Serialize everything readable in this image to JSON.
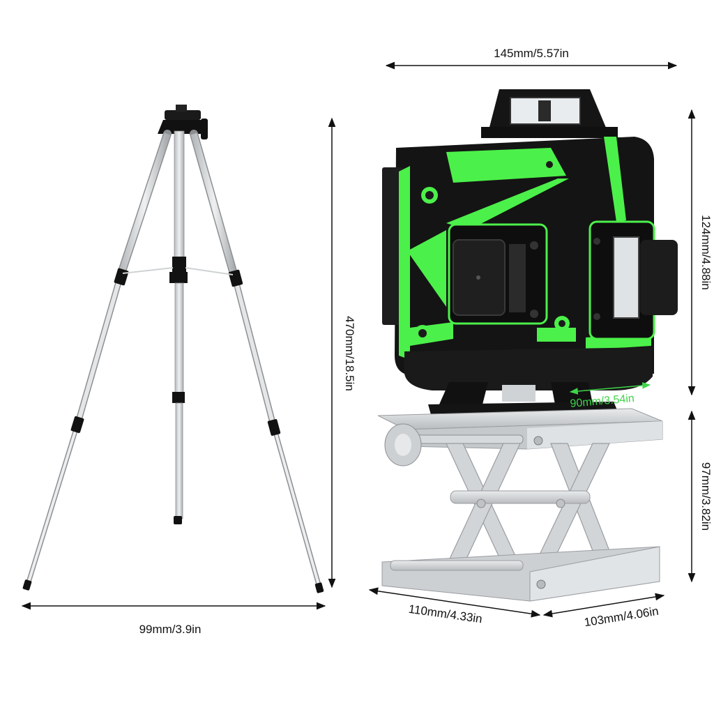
{
  "dimensions": {
    "laser_width": "145mm/5.57in",
    "laser_height": "124mm/4.88in",
    "laser_depth": "90mm/3.54in",
    "tripod_height": "470mm/18.5in",
    "tripod_width": "99mm/3.9in",
    "lift_height": "97mm/3.82in",
    "lift_length": "110mm/4.33in",
    "lift_depth": "103mm/4.06in"
  },
  "colors": {
    "laser_green": "#4cf04a",
    "body_black": "#141414",
    "aluminum": "#d4d6d8",
    "dimension_line": "#111111"
  }
}
